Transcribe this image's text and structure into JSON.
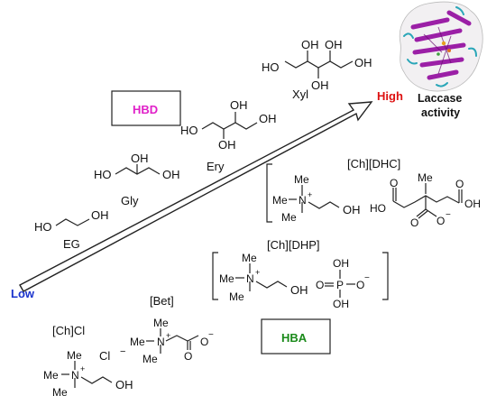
{
  "labels": {
    "low": "Low",
    "high": "High",
    "activity": [
      "Laccase",
      "activity"
    ],
    "hbd": "HBD",
    "hba": "HBA"
  },
  "hbd_names": {
    "eg": "EG",
    "gly": "Gly",
    "ery": "Ery",
    "xyl": "Xyl"
  },
  "hba_names": {
    "chcl": "[Ch]Cl",
    "bet": "[Bet]",
    "dhp": "[Ch][DHP]",
    "dhc": "[Ch][DHC]"
  },
  "atoms": {
    "oh": "OH",
    "ho": "HO",
    "o": "O",
    "p": "P",
    "n": "N",
    "me": "Me",
    "cl": "Cl",
    "plus": "+",
    "minus": "−"
  },
  "colors": {
    "low": "#1a33cc",
    "high": "#dd1111",
    "hbd": "#e020c8",
    "hba": "#1a8a1a",
    "protein_helix": "#9b1fa6",
    "protein_coil": "#2aa6b8"
  }
}
